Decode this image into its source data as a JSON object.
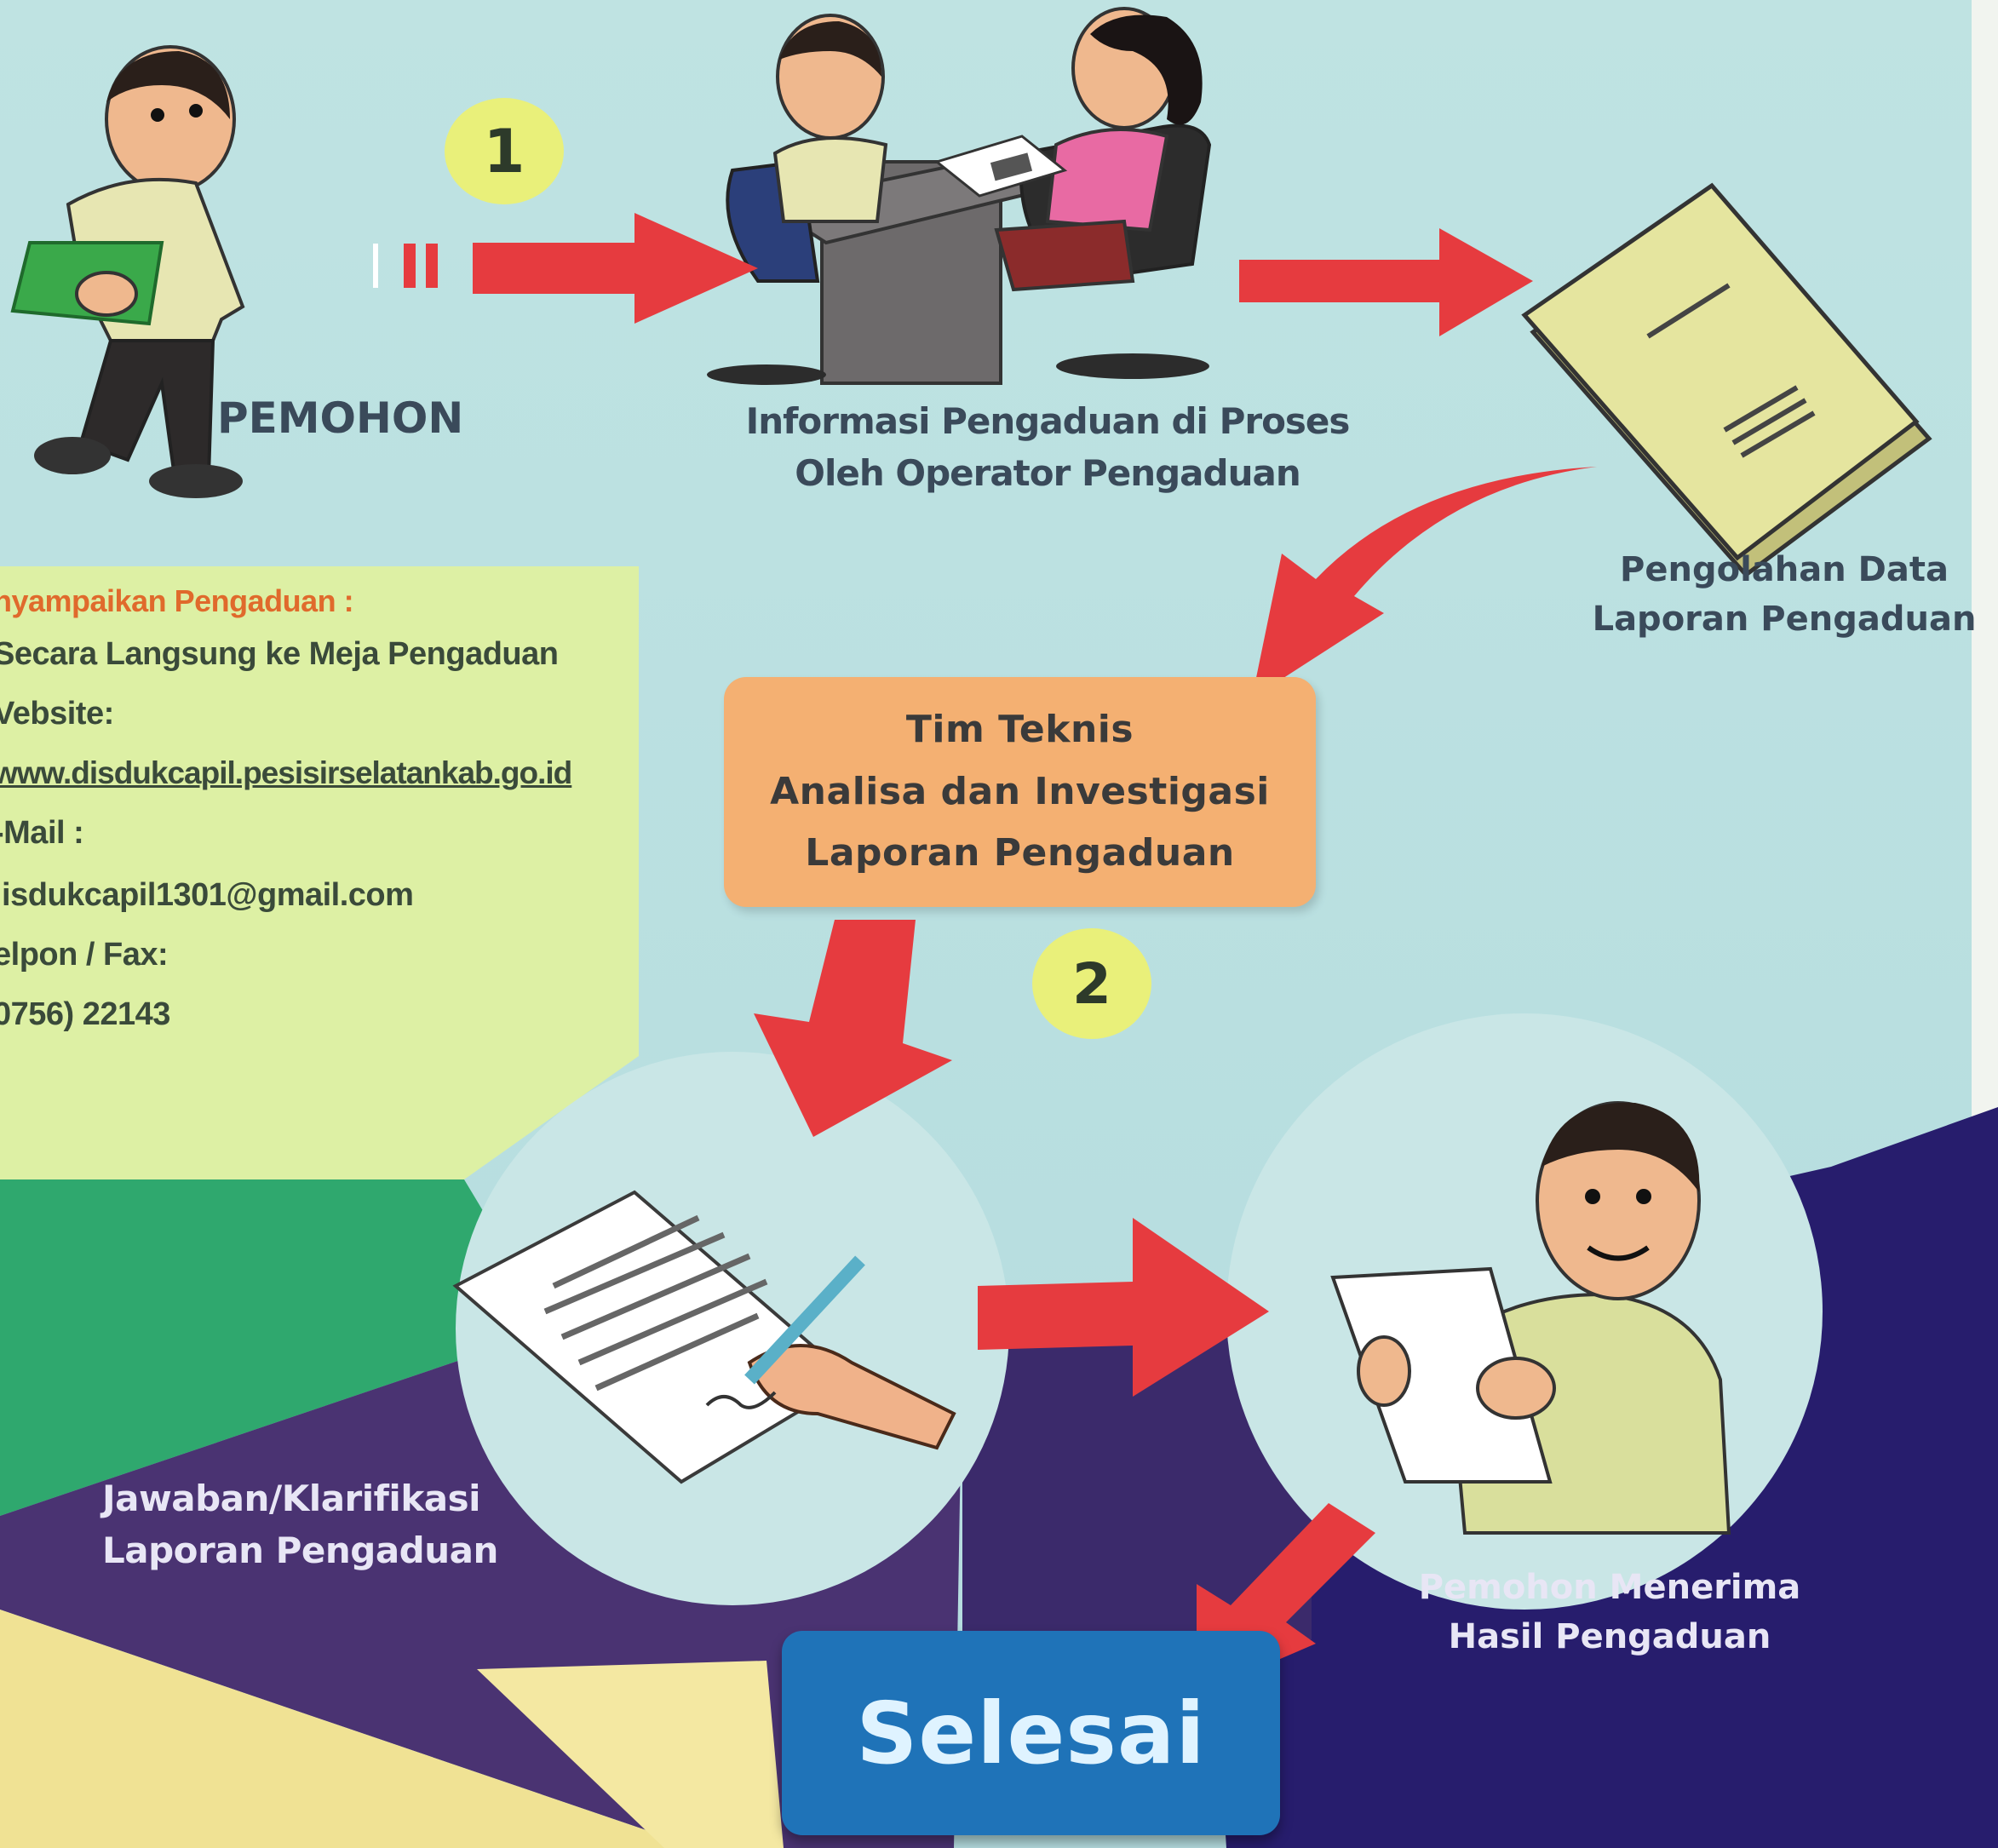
{
  "colors": {
    "sky": "#b9dfe0",
    "info_panel": "#ddf0a4",
    "tim_box": "#f4b072",
    "selesai_button": "#1f73b8",
    "selesai_text": "#dff3ff",
    "arrow": "#e63b3f",
    "badge": "#e9f07a",
    "green_band": "#2fa86e",
    "purple_band": "#4a3372",
    "navy_band": "#271d6d",
    "yellow_band": "#f0e294",
    "label_dark": "#3a4a5a",
    "label_light": "#e8e6f5",
    "header_orange": "#e06a2c"
  },
  "steps": {
    "badge_1": "1",
    "badge_2": "2"
  },
  "labels": {
    "pemohon": "PEMOHON",
    "operator": [
      "Informasi Pengaduan di Proses",
      "Oleh Operator Pengaduan"
    ],
    "pengolahan": [
      "Pengolahan Data",
      "Laporan Pengaduan"
    ],
    "tim": [
      "Tim Teknis",
      "Analisa dan Investigasi",
      "Laporan Pengaduan"
    ],
    "jawaban": [
      "Jawaban/Klarifikasi",
      "Laporan Pengaduan"
    ],
    "menerima": [
      "Pemohon Menerima",
      "Hasil Pengaduan"
    ],
    "selesai": "Selesai"
  },
  "info_panel": {
    "header": "nyampaikan Pengaduan :",
    "rows": [
      "Secara Langsung ke Meja Pengaduan",
      "Vebsite:",
      "www.disdukcapil.pesisirselatankab.go.id",
      "-Mail :",
      "lisdukcapil1301@gmail.com",
      "elpon / Fax:",
      "0756) 22143"
    ]
  },
  "icons": {
    "applicant": "walking-man-icon",
    "meeting": "desk-meeting-icon",
    "documents": "document-stack-icon",
    "signing": "hand-signing-icon",
    "receiver": "man-reading-paper-icon"
  }
}
